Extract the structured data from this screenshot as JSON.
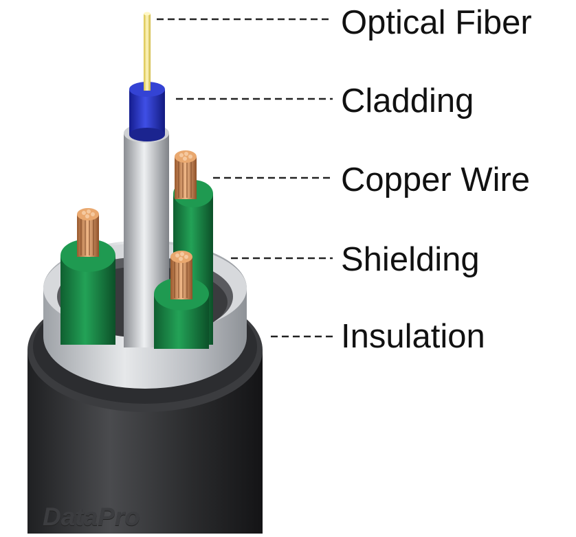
{
  "labels": {
    "optical_fiber": "Optical Fiber",
    "cladding": "Cladding",
    "copper_wire": "Copper Wire",
    "shielding": "Shielding",
    "insulation": "Insulation"
  },
  "watermark": "DataPro",
  "colors": {
    "jacket": "#2a2b2d",
    "shield": "#c9ccd0",
    "conductor_insulation": "#1e8a4a",
    "copper": "#c8824e",
    "fiber_buffer": "#c4c6c9",
    "cladding": "#2a35c6",
    "fiber_core": "#f2e27a",
    "leader_line": "#222222"
  }
}
